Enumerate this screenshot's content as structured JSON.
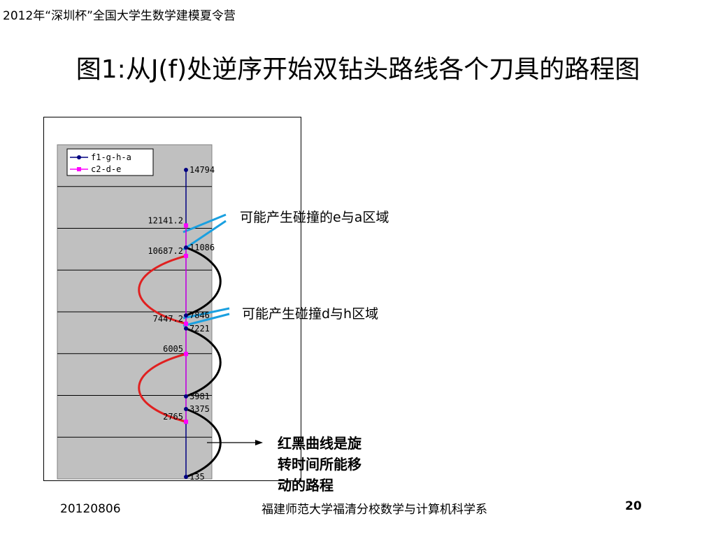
{
  "header": {
    "text": "2012年“深圳杯”全国大学生数学建模夏令营"
  },
  "slide": {
    "title": "图1:从J(f)处逆序开始双钻头路线各个刀具的路程图"
  },
  "annotations": {
    "e_a": "可能产生碰撞的e与a区域",
    "d_h": "可能产生碰撞d与h区域"
  },
  "note": {
    "lines": [
      "红黑曲线是旋",
      "转时间所能移",
      "动的路程"
    ]
  },
  "footer": {
    "date": "20120806",
    "org": "福建师范大学福清分校数学与计算机科学系",
    "page": "20"
  },
  "chart_data": {
    "type": "line",
    "ylim": [
      135,
      14794
    ],
    "grid": true,
    "legend_position": "top-left",
    "colors": {
      "plot_bg": "#c0c0c0",
      "f_line": "#000080",
      "c_line": "#ff00ff",
      "black_curve": "#000000",
      "red_curve": "#e02020",
      "callout": "#1aa0e0"
    },
    "series": [
      {
        "name": "f1-g-h-a",
        "values": [
          135,
          3375,
          3981,
          7221,
          7846,
          11086,
          14794
        ],
        "labels": [
          "135",
          "3375",
          "3981",
          "7221",
          "7846",
          "11086",
          "14794"
        ]
      },
      {
        "name": "c2-d-e",
        "values": [
          2765,
          6005,
          7447.2,
          10687.2,
          12141.2
        ],
        "labels": [
          "2765",
          "6005",
          "7447.2",
          "10687.2",
          "12141.2"
        ]
      }
    ],
    "black_arcs": [
      [
        135,
        3375
      ],
      [
        3981,
        7221
      ],
      [
        7846,
        11086
      ]
    ],
    "red_arcs": [
      [
        2765,
        6005
      ],
      [
        7447.2,
        10687.2
      ]
    ]
  }
}
